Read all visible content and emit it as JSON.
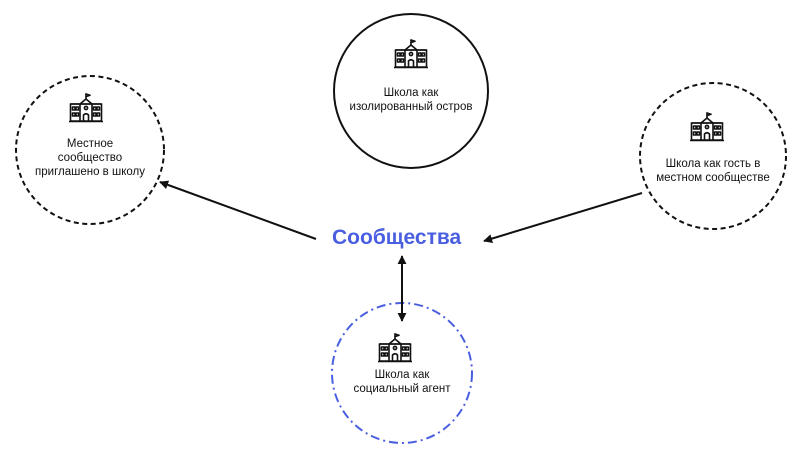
{
  "colors": {
    "accent": "#4a5fe0",
    "stroke": "#111111"
  },
  "center": {
    "label": "Сообщества"
  },
  "nodes": [
    {
      "id": "isolated-island",
      "label": "Школа как изолированный остров",
      "border": "solid",
      "icon": "school-icon"
    },
    {
      "id": "community-invited",
      "label": "Местное сообщество приглашено в школу",
      "border": "dashed",
      "icon": "school-icon"
    },
    {
      "id": "guest-in-community",
      "label": "Школа как гость в местном сообществе",
      "border": "dashed",
      "icon": "school-icon"
    },
    {
      "id": "social-agent",
      "label": "Школа как социальный агент",
      "border": "dash-dot",
      "border_color": "#4a5fe0",
      "icon": "school-icon"
    }
  ],
  "arrows": [
    {
      "from": "center",
      "to": "community-invited",
      "direction": "single"
    },
    {
      "from": "guest-in-community",
      "to": "center",
      "direction": "single"
    },
    {
      "from": "center",
      "to": "social-agent",
      "direction": "double"
    }
  ]
}
